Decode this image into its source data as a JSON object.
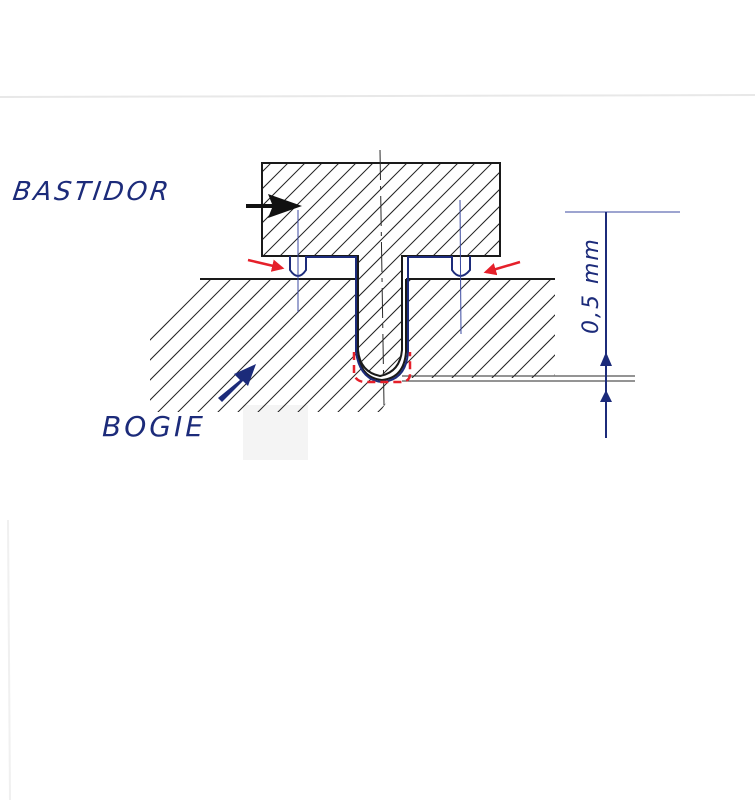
{
  "labels": {
    "upper_part": "BASTIDOR",
    "lower_part": "BOGIE",
    "dimension": "0,5 mm"
  },
  "colors": {
    "paper": "#ffffff",
    "pencil": "#1a1a1a",
    "blue_ink": "#1c2b7a",
    "red_ink": "#e5202a"
  },
  "icons": {
    "bastidor_pointer": "arrow-right-icon",
    "bogie_pointer": "arrow-up-right-icon",
    "left_marker": "red-arrow-right-icon",
    "right_marker": "red-arrow-left-icon"
  }
}
